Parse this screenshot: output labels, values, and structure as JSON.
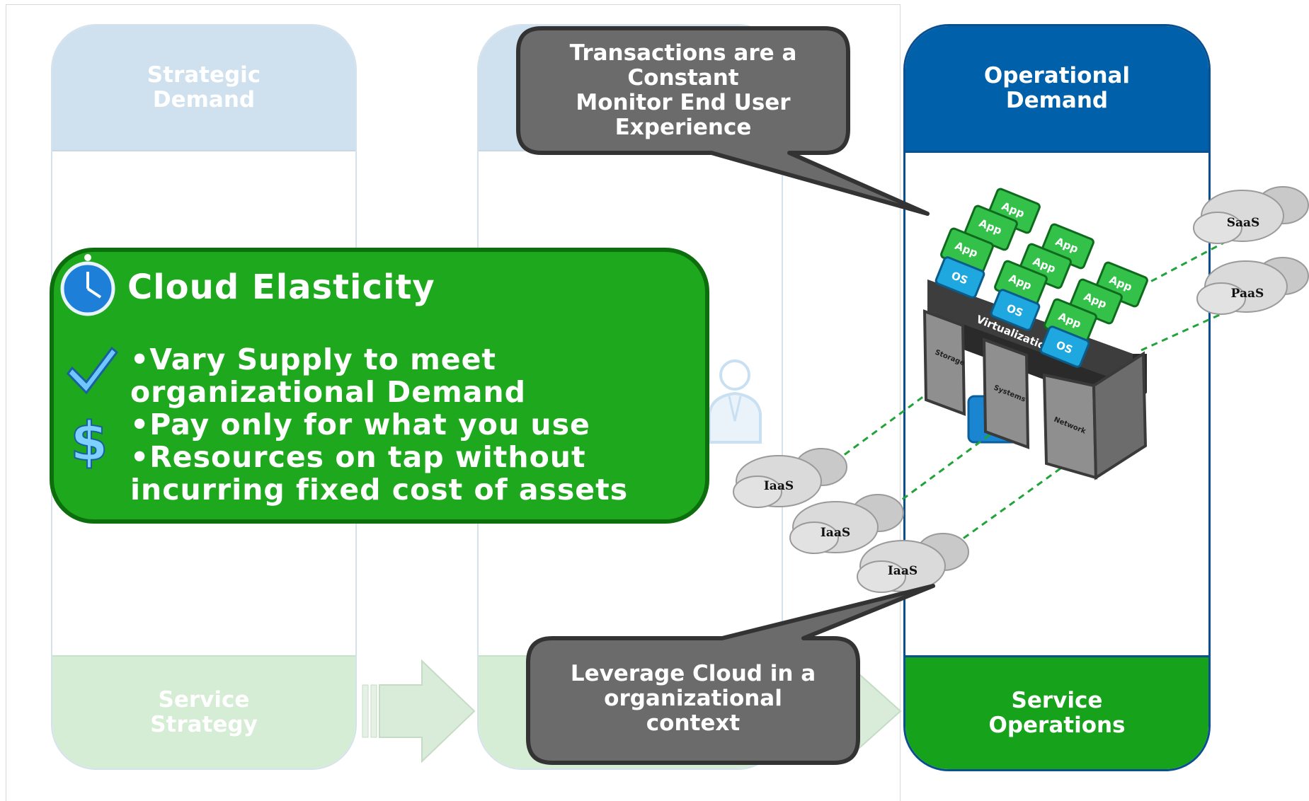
{
  "lanes": {
    "strategy": {
      "header": "Strategic\nDemand",
      "footer": "Service\nStrategy"
    },
    "operations": {
      "header": "Operational\nDemand",
      "footer": "Service\nOperations"
    }
  },
  "callouts": {
    "top": "Transactions are a\nConstant\nMonitor End User\nExperience",
    "bottom": "Leverage Cloud in a\norganizational\ncontext"
  },
  "elasticity": {
    "title": "Cloud Elasticity",
    "bullets": [
      "•Vary Supply to meet\n  organizational Demand",
      "•Pay only for what you use",
      "•Resources on tap without\n  incurring fixed cost of assets"
    ],
    "icons": [
      "stopwatch-icon",
      "checkmark-icon",
      "dollar-icon"
    ]
  },
  "clouds": {
    "saas": "SaaS",
    "paas": "PaaS",
    "iaas_labels": [
      "IaaS",
      "IaaS",
      "IaaS"
    ]
  },
  "stack": {
    "app_label": "App",
    "os_label": "OS",
    "virtualization_label": "Virtualization",
    "pillars": [
      "Storage",
      "Systems",
      "Network"
    ]
  },
  "colors": {
    "operational_blue": "#0060aa",
    "service_green": "#17a21c",
    "elasticity_green": "#1da81d",
    "callout_gray": "#6b6b6b",
    "faded_blue": "#cfe0ee",
    "faded_green": "#d5ecd5"
  }
}
